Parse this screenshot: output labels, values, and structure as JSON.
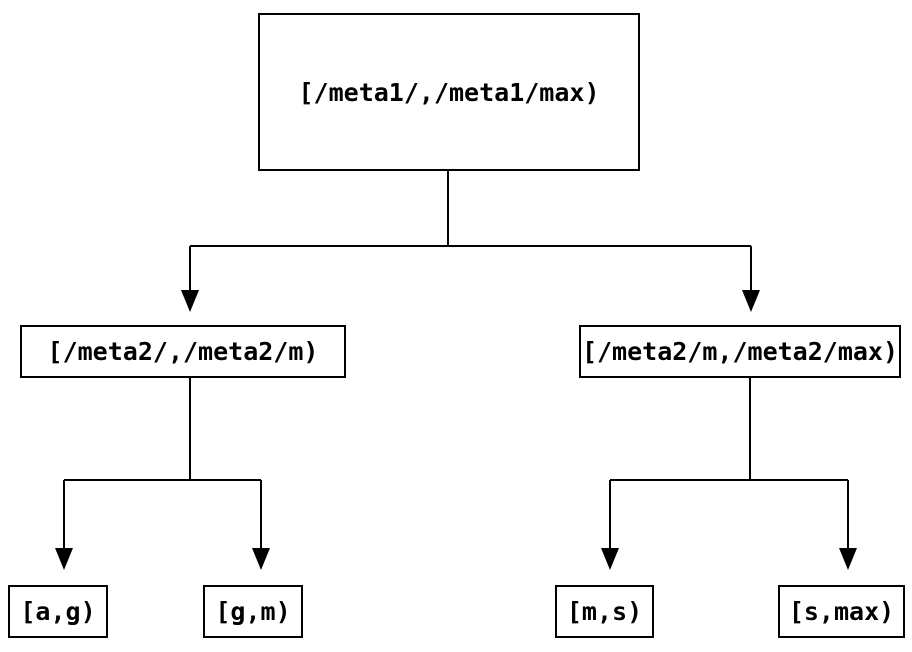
{
  "diagram": {
    "type": "tree",
    "colors": {
      "line": "#000000",
      "text": "#000000",
      "background": "#ffffff",
      "node_border": "#000000"
    },
    "nodes": {
      "root": {
        "label": "[/meta1/,/meta1/max)"
      },
      "left_child": {
        "label": "[/meta2/,/meta2/m)"
      },
      "right_child": {
        "label": "[/meta2/m,/meta2/max)"
      },
      "leaf_ag": {
        "label": "[a,g)"
      },
      "leaf_gm": {
        "label": "[g,m)"
      },
      "leaf_ms": {
        "label": "[m,s)"
      },
      "leaf_smax": {
        "label": "[s,max)"
      }
    },
    "edges": [
      {
        "from": "root",
        "to": "left_child"
      },
      {
        "from": "root",
        "to": "right_child"
      },
      {
        "from": "left_child",
        "to": "leaf_ag"
      },
      {
        "from": "left_child",
        "to": "leaf_gm"
      },
      {
        "from": "right_child",
        "to": "leaf_ms"
      },
      {
        "from": "right_child",
        "to": "leaf_smax"
      }
    ]
  }
}
